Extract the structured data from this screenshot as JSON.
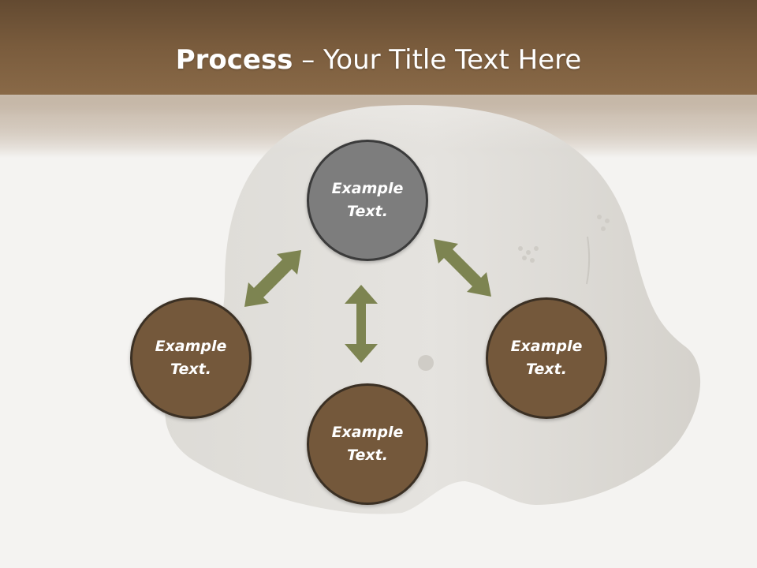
{
  "slide": {
    "title_bold": "Process",
    "title_rest": " – Your Title Text Here"
  },
  "nodes": {
    "top": "Example Text.",
    "left": "Example Text.",
    "right": "Example Text.",
    "bottom": "Example Text."
  },
  "colors": {
    "header": "#7a5c3d",
    "node_brown": "#74583b",
    "node_gray": "#7d7d7d",
    "arrow": "#7d8451"
  }
}
